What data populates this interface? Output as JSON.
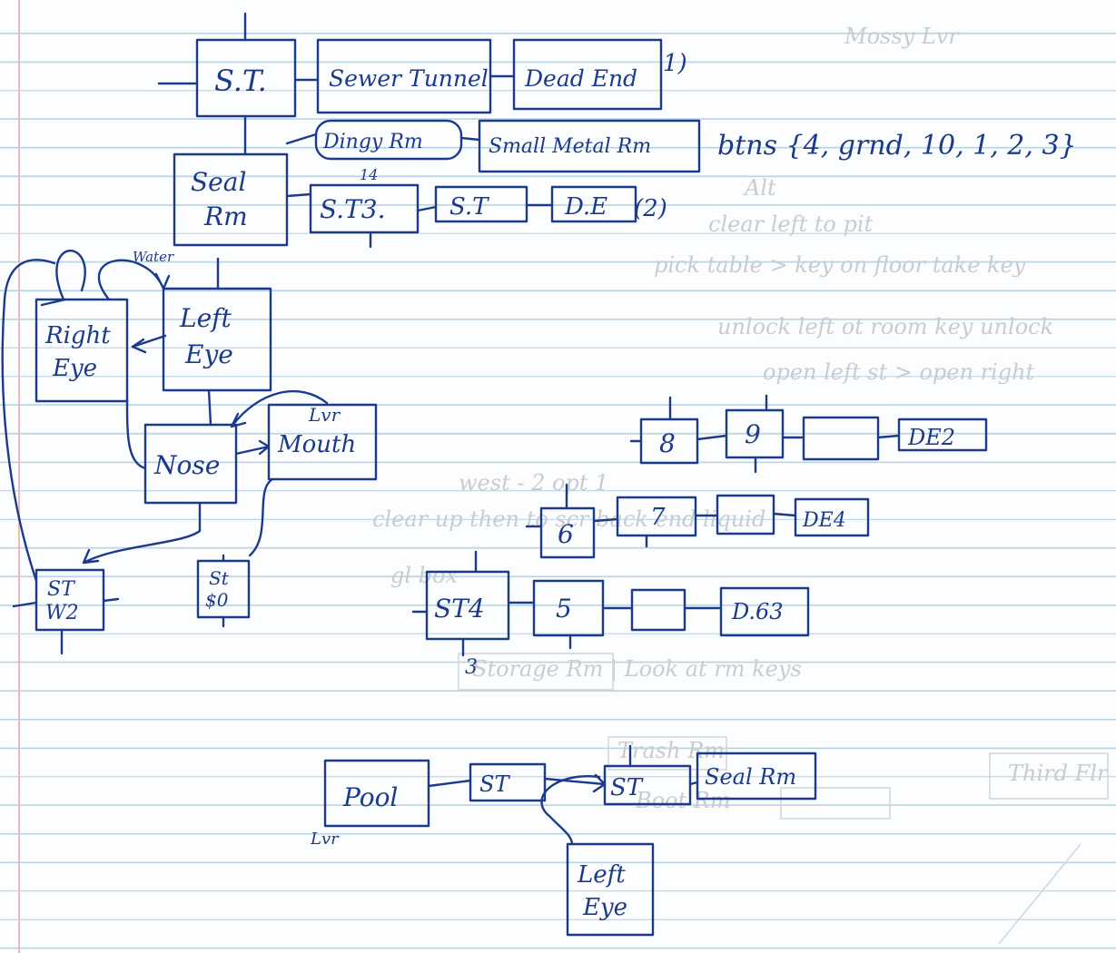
{
  "groups": [
    {
      "id": "left-map",
      "label": ""
    },
    {
      "id": "middle-map",
      "label": ""
    },
    {
      "id": "bottom-map",
      "label": ""
    }
  ],
  "nodes": {
    "st_top": "S.T.",
    "sewer_tunnel": "Sewer Tunnel",
    "dead_end_top": "Dead End",
    "dead_end_top_note": "1)",
    "dingy_rm": "Dingy Rm",
    "small_metal_rm": "Small Metal Rm",
    "btns_note": "btns {4, grnd, 10, 1, 2, 3}",
    "seal_rm": "Seal\nRm",
    "st3": "S.T3.",
    "st3_note": "14",
    "st_b": "S.T",
    "de2": "D.E",
    "de2_note": "(2)",
    "right_eye": "Right\nEye",
    "left_eye": "Left\nEye",
    "water_note": "Water",
    "nose": "Nose",
    "mouth": "Mouth",
    "mouth_note": "Lvr",
    "st_w2": "ST\nW2",
    "st_80": "St\n$0",
    "n8": "8",
    "n9": "9",
    "de2_mid": "DE2",
    "n6": "6",
    "n7": "7",
    "de4": "DE4",
    "st4": "ST4",
    "st4_note": "3",
    "n5": "5",
    "d63": "D.63",
    "pool": "Pool",
    "pool_note": "Lvr",
    "st_c": "ST",
    "st_d": "ST",
    "seal_rm_b": "Seal Rm",
    "left_eye_b": "Left\nEye"
  },
  "ink_color": "#1c3a8c",
  "ghost_color": "#c7ccd3",
  "line_color": "#b9d4e2",
  "margin_color": "#ecbcbc",
  "ghost_text": {
    "g1": "Mossy Lvr",
    "g2": "Alt",
    "g3": "clear left to pit",
    "g4": "pick table > key on floor take key",
    "g5": "unlock left ot room key unlock",
    "g6": "open left st > open right",
    "g7": "west - 2 opt 1",
    "g8": "clear up then to scr back end liquid",
    "g9": "gl box",
    "g10": "Storage Rm | Look at rm keys",
    "g11": "Trash Rm",
    "g12": "Boot Rm",
    "g13": "Third Flr"
  }
}
